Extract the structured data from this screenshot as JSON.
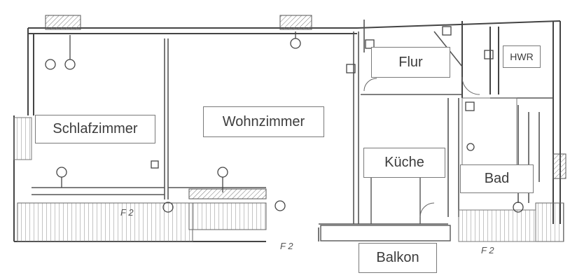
{
  "rooms": {
    "schlafzimmer": "Schlafzimmer",
    "wohnzimmer": "Wohnzimmer",
    "flur": "Flur",
    "hwr": "HWR",
    "kueche": "Küche",
    "bad": "Bad",
    "balkon": "Balkon"
  },
  "marks": {
    "left": "F 2",
    "bottom": "F 2",
    "right": "F 2"
  },
  "colors": {
    "wall": "#444444",
    "hatch": "#8a8a8a",
    "label_border": "#7a7a7a",
    "label_text": "#3c3c3c"
  }
}
